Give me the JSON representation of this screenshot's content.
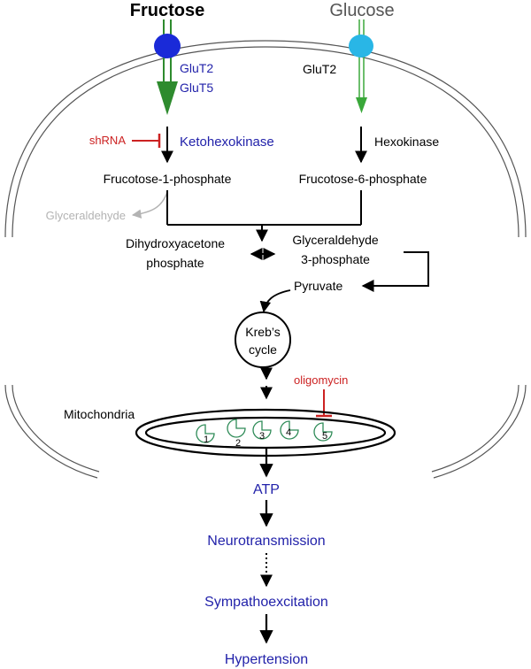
{
  "inputs": {
    "fructose": "Fructose",
    "glucose": "Glucose"
  },
  "transporters": {
    "glut2_left": "GluT2",
    "glut5_left": "GluT5",
    "glut2_right": "GluT2"
  },
  "enzymes": {
    "ketohexokinase": "Ketohexokinase",
    "hexokinase": "Hexokinase"
  },
  "inhibitors": {
    "shrna": "shRNA",
    "oligomycin": "oligomycin"
  },
  "metabolites": {
    "f1p": "Frucotose-1-phosphate",
    "f6p": "Frucotose-6-phosphate",
    "glyceraldehyde": "Glyceraldehyde",
    "dhap_line1": "Dihydroxyacetone",
    "dhap_line2": "phosphate",
    "g3p_line1": "Glyceraldehyde",
    "g3p_line2": "3-phosphate",
    "pyruvate": "Pyruvate",
    "krebs_line1": "Kreb’s",
    "krebs_line2": "cycle"
  },
  "organelle": {
    "mitochondria": "Mitochondria",
    "complexes": [
      "1",
      "2",
      "3",
      "4",
      "5"
    ]
  },
  "outcomes": {
    "atp": "ATP",
    "neurotransmission": "Neurotransmission",
    "sympathoexcitation": "Sympathoexcitation",
    "hypertension": "Hypertension"
  },
  "colors": {
    "blue_text": "#2222aa",
    "red_inhibitor": "#cc2222",
    "green_transport": "#2e8b2e",
    "complex_green": "#2e8b57",
    "fructose_channel": "#1a2ad8",
    "glucose_channel": "#29b6e6",
    "grey_text": "#b3b3b3"
  }
}
